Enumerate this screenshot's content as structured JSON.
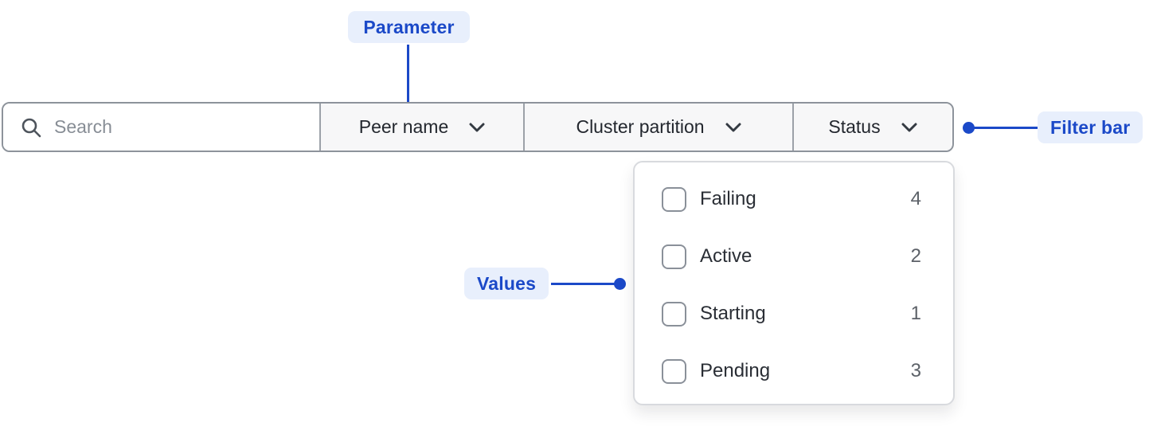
{
  "colors": {
    "accent_blue": "#1B49C8",
    "badge_bg": "#E8EFFC",
    "bar_border": "#8D939B",
    "segment_bg": "#F7F7F8",
    "panel_border": "#D8DADE",
    "text_dark": "#23272E",
    "count_gray": "#5C6168",
    "placeholder_gray": "#878D95"
  },
  "annotations": {
    "parameter_label": "Parameter",
    "filter_bar_label": "Filter bar",
    "values_label": "Values"
  },
  "filter_bar": {
    "search": {
      "placeholder": "Search"
    },
    "dropdowns": [
      {
        "label": "Peer name"
      },
      {
        "label": "Cluster partition"
      },
      {
        "label": "Status"
      }
    ]
  },
  "status_panel": {
    "items": [
      {
        "label": "Failing",
        "count": "4",
        "checked": false
      },
      {
        "label": "Active",
        "count": "2",
        "checked": false
      },
      {
        "label": "Starting",
        "count": "1",
        "checked": false
      },
      {
        "label": "Pending",
        "count": "3",
        "checked": false
      }
    ]
  }
}
